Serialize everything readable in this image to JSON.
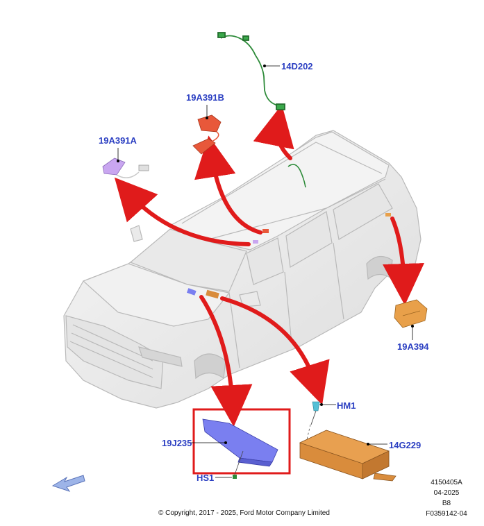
{
  "labels": {
    "harness": "14D202",
    "module_b": "19A391B",
    "module_a": "19A391A",
    "connector": "19A394",
    "hm1": "HM1",
    "module_19j235": "19J235",
    "module_14g229": "14G229",
    "hs1": "HS1"
  },
  "meta": {
    "line1": "4150405A",
    "line2": "04-2025",
    "line3": "B8",
    "line4": "F0359142-04"
  },
  "copyright": "© Copyright, 2017 - 2025, Ford Motor Company Limited",
  "colors": {
    "label": "#2b3fc2",
    "arrow": "#e01b1b",
    "highlight_box": "#e01b1b",
    "harness": "#2e8b3a",
    "module_b": "#e8583a",
    "module_a": "#c9a6f0",
    "connector": "#e8a04a",
    "module_19j235": "#7a7ff0",
    "module_14g229": "#d98c3c",
    "hm1": "#55c0d6"
  }
}
